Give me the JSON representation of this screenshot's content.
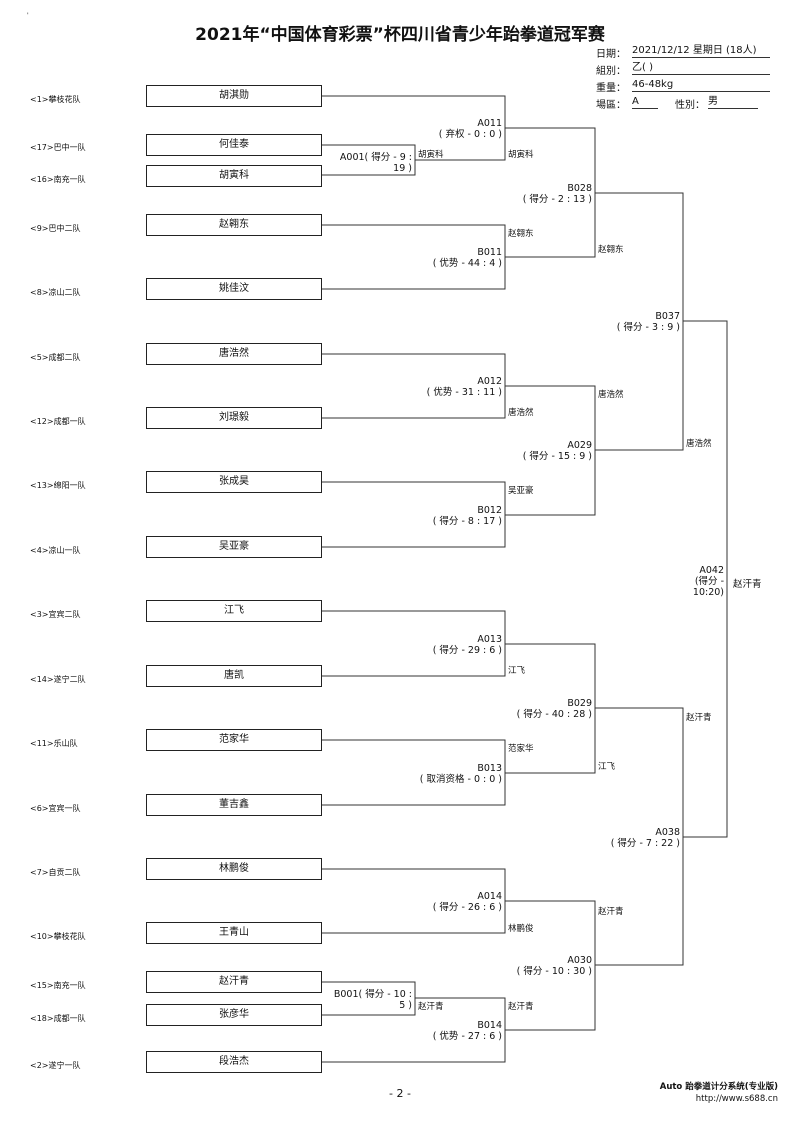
{
  "header": {
    "title": "2021年“中国体育彩票”杯四川省青少年跆拳道冠军赛",
    "date_label": "日期：",
    "date_value": "2021/12/12 星期日 (18人)",
    "group_label": "組別：",
    "group_value": "乙( )",
    "weight_label": "重量：",
    "weight_value": "46-48kg",
    "court_label": "場區：",
    "court_value": "A",
    "sex_label": "性別：",
    "sex_value": "男"
  },
  "entries": [
    {
      "seed": "<1>攀枝花队",
      "name": "胡淇勋"
    },
    {
      "seed": "<17>巴中一队",
      "name": "何佳泰"
    },
    {
      "seed": "<16>南充一队",
      "name": "胡寅科"
    },
    {
      "seed": "<9>巴中二队",
      "name": "赵翱东"
    },
    {
      "seed": "<8>凉山二队",
      "name": "姚佳汶"
    },
    {
      "seed": "<5>成都二队",
      "name": "唐浩然"
    },
    {
      "seed": "<12>成都一队",
      "name": "刘璟毅"
    },
    {
      "seed": "<13>绵阳一队",
      "name": "张成昊"
    },
    {
      "seed": "<4>凉山一队",
      "name": "吴亚豪"
    },
    {
      "seed": "<3>宜宾二队",
      "name": "江飞"
    },
    {
      "seed": "<14>遂宁二队",
      "name": "唐凯"
    },
    {
      "seed": "<11>乐山队",
      "name": "范家华"
    },
    {
      "seed": "<6>宜宾一队",
      "name": "董吉鑫"
    },
    {
      "seed": "<7>自贡二队",
      "name": "林鹏俊"
    },
    {
      "seed": "<10>攀枝花队",
      "name": "王青山"
    },
    {
      "seed": "<15>南充一队",
      "name": "赵汗青"
    },
    {
      "seed": "<18>成都一队",
      "name": "张彦华"
    },
    {
      "seed": "<2>遂宁一队",
      "name": "段浩杰"
    }
  ],
  "matches": {
    "A001": {
      "code": "A001",
      "l1": "A001( 得分 - 9 :",
      "l2": "19 )",
      "winner": "胡寅科"
    },
    "B001": {
      "code": "B001",
      "l1": "B001( 得分 - 10 :",
      "l2": "5 )",
      "winner": "赵汗青"
    },
    "A011": {
      "code": "A011",
      "result": "( 弃权 - 0 : 0 )",
      "winner": "胡寅科"
    },
    "B011": {
      "code": "B011",
      "result": "( 优势 - 44 : 4 )",
      "winner": "赵翱东"
    },
    "A012": {
      "code": "A012",
      "result": "( 优势 - 31 : 11 )",
      "winner": "唐浩然"
    },
    "B012": {
      "code": "B012",
      "result": "( 得分 - 8 : 17 )",
      "winner": "吴亚豪"
    },
    "A013": {
      "code": "A013",
      "result": "( 得分 - 29 : 6 )",
      "winner": "江飞"
    },
    "B013": {
      "code": "B013",
      "result": "( 取消资格 - 0 : 0 )",
      "winner": "范家华"
    },
    "A014": {
      "code": "A014",
      "result": "( 得分 - 26 : 6 )",
      "winner": "林鹏俊"
    },
    "B014": {
      "code": "B014",
      "result": "( 优势 - 27 : 6 )",
      "winner": "赵汗青"
    },
    "B028": {
      "code": "B028",
      "result": "( 得分 - 2 : 13 )",
      "winner": "赵翱东"
    },
    "A029": {
      "code": "A029",
      "result": "( 得分 - 15 : 9 )",
      "winner": "唐浩然"
    },
    "B029": {
      "code": "B029",
      "result": "( 得分 - 40 : 28 )",
      "winner": "江飞"
    },
    "A030": {
      "code": "A030",
      "result": "( 得分 - 10 : 30 )",
      "winner": "赵汗青"
    },
    "B037": {
      "code": "B037",
      "result": "( 得分 - 3 : 9 )",
      "winner": "唐浩然"
    },
    "A038": {
      "code": "A038",
      "result": "( 得分 - 7 : 22 )",
      "winner": "赵汗青"
    },
    "A042": {
      "code": "A042",
      "l1": "(得分 -",
      "l2": "10:20)",
      "winner": "赵汗青"
    }
  },
  "footer": {
    "page": "- 2 -",
    "system": "Auto 跆拳道计分系统(专业版)",
    "url": "http://www.s688.cn"
  }
}
